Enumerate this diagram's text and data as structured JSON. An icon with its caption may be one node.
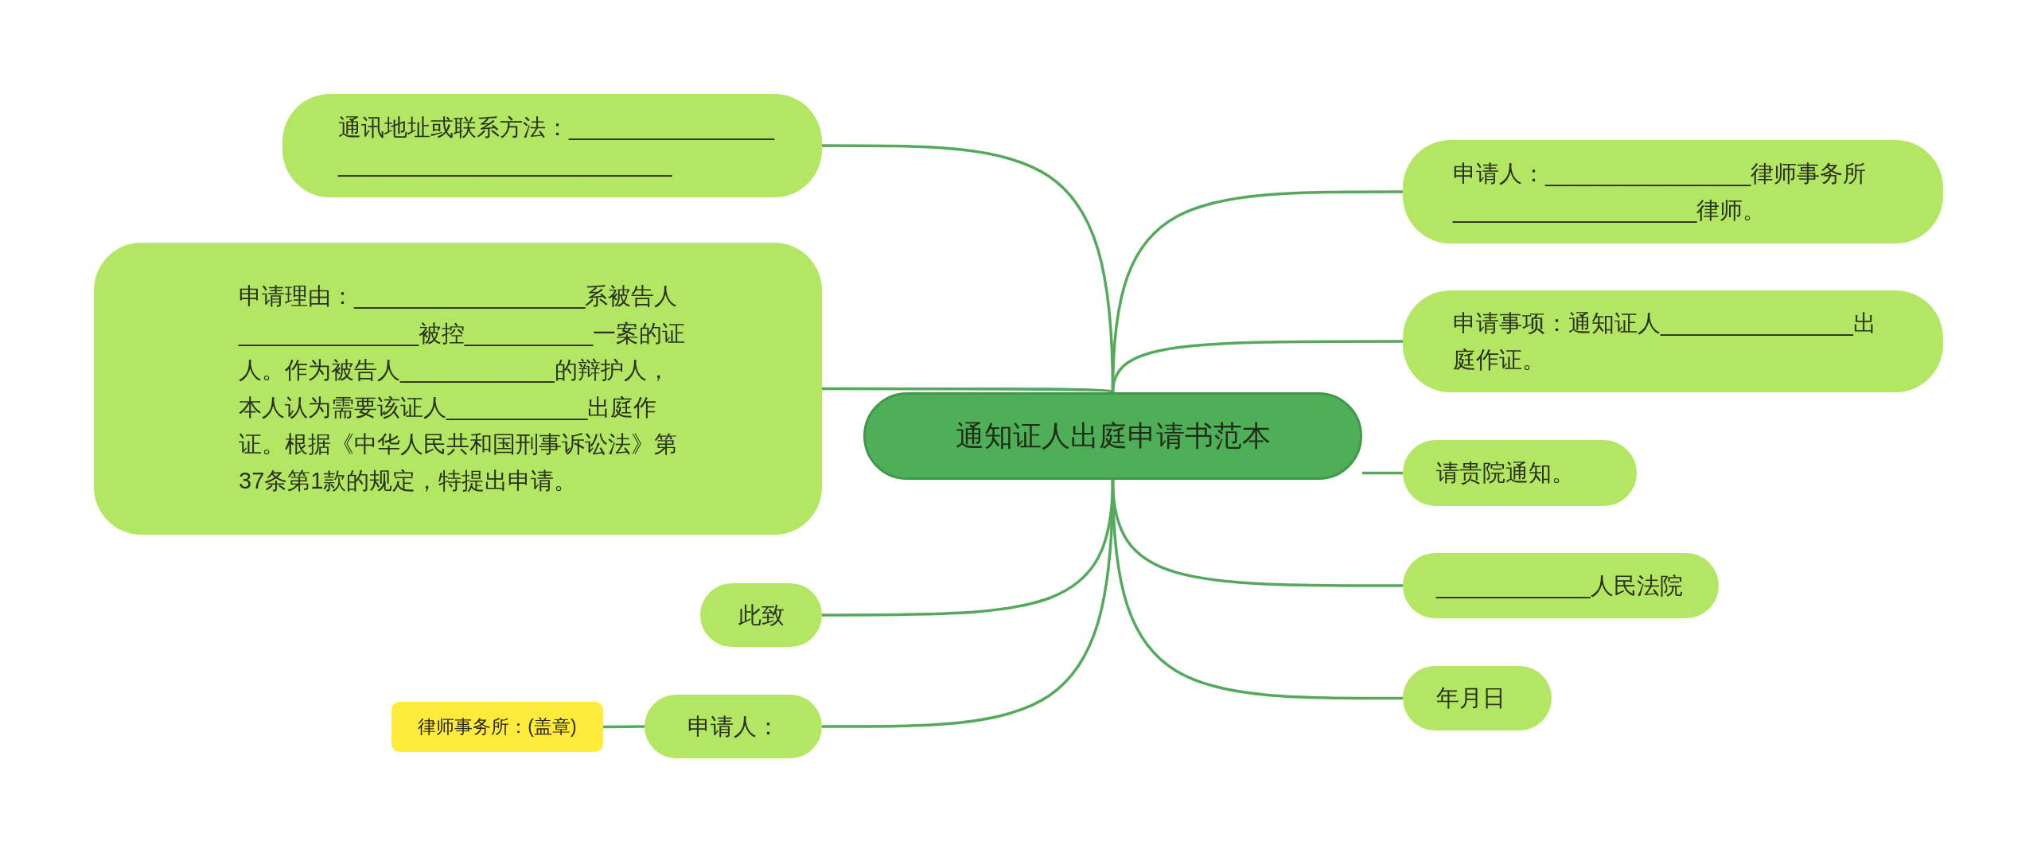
{
  "diagram": {
    "nodes": [
      {
        "text": [
          "通知证人出庭申请书范本"
        ]
      },
      {
        "text": [
          "通讯地址或联系方法：__________________________________________"
        ]
      },
      {
        "text": [
          "申请理由：__________________系被告人______________被控__________一案的证人。作为被告人____________的辩护人，本人认为需要该证人___________出庭作证。根据《中华人民共和国刑事诉讼法》第37条第1款的规定，特提出申请。"
        ]
      },
      {
        "text": [
          "此致"
        ]
      },
      {
        "text": [
          "申请人："
        ]
      },
      {
        "text": [
          "律师事务所：(盖章)"
        ]
      },
      {
        "text": [
          "申请人：________________律师事务所___________________律师。"
        ]
      },
      {
        "text": [
          "申请事项：通知证人_______________出庭作证。"
        ]
      },
      {
        "text": [
          "请贵院通知。"
        ]
      },
      {
        "text": [
          "____________人民法院"
        ]
      },
      {
        "text": [
          "年月日"
        ]
      }
    ],
    "edges": [
      {
        "from": 0,
        "to": 1,
        "arrow": "none"
      },
      {
        "from": 0,
        "to": 2,
        "arrow": "none"
      },
      {
        "from": 0,
        "to": 3,
        "arrow": "none"
      },
      {
        "from": 0,
        "to": 4,
        "arrow": "none"
      },
      {
        "from": 4,
        "to": 5,
        "arrow": "none"
      },
      {
        "from": 0,
        "to": 6,
        "arrow": "none"
      },
      {
        "from": 0,
        "to": 7,
        "arrow": "none"
      },
      {
        "from": 0,
        "to": 8,
        "arrow": "none"
      },
      {
        "from": 0,
        "to": 9,
        "arrow": "none"
      },
      {
        "from": 0,
        "to": 10,
        "arrow": "none"
      }
    ]
  }
}
